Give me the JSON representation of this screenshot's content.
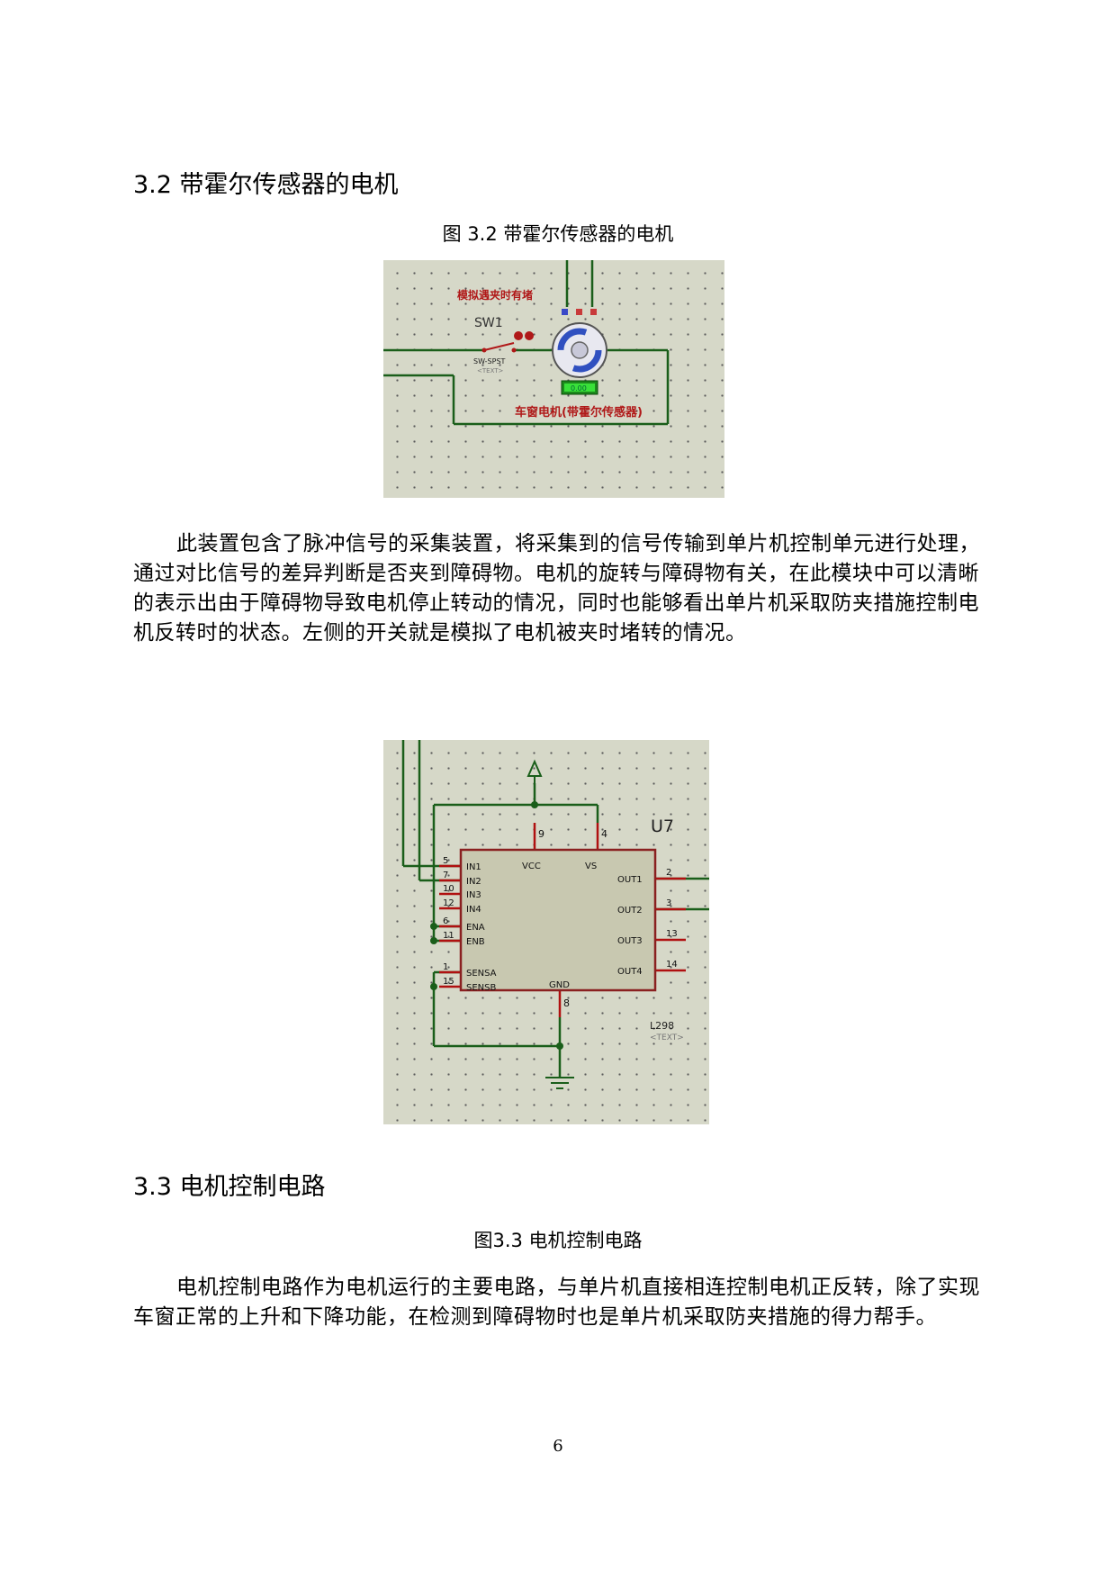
{
  "section_32": {
    "heading": "3.2 带霍尔传感器的电机",
    "figure_caption": "图 3.2  带霍尔传感器的电机",
    "paragraph": "此装置包含了脉冲信号的采集装置，将采集到的信号传输到单片机控制单元进行处理，通过对比信号的差异判断是否夹到障碍物。电机的旋转与障碍物有关，在此模块中可以清晰的表示出由于障碍物导致电机停止转动的情况，同时也能够看出单片机采取防夹措施控制电机反转时的状态。左侧的开关就是模拟了电机被夹时堵转的情况。"
  },
  "figure_32": {
    "label_top": "模拟遇夹时有堵",
    "switch_ref": "SW1",
    "switch_type": "SW-SPST",
    "switch_text": "<TEXT>",
    "motor_readout": "0.00",
    "label_bottom": "车窗电机(带霍尔传感器)"
  },
  "figure_l298": {
    "ref": "U7",
    "part": "L298",
    "part_text": "<TEXT>",
    "vcc_label": "VCC",
    "vs_label": "VS",
    "gnd_label": "GND",
    "pin_vcc": "9",
    "pin_vs": "4",
    "pin_gnd": "8",
    "left_pins": [
      {
        "num": "5",
        "name": "IN1"
      },
      {
        "num": "7",
        "name": "IN2"
      },
      {
        "num": "10",
        "name": "IN3"
      },
      {
        "num": "12",
        "name": "IN4"
      },
      {
        "num": "6",
        "name": "ENA"
      },
      {
        "num": "11",
        "name": "ENB"
      },
      {
        "num": "1",
        "name": "SENSA"
      },
      {
        "num": "15",
        "name": "SENSB"
      }
    ],
    "right_pins": [
      {
        "num": "2",
        "name": "OUT1"
      },
      {
        "num": "3",
        "name": "OUT2"
      },
      {
        "num": "13",
        "name": "OUT3"
      },
      {
        "num": "14",
        "name": "OUT4"
      }
    ]
  },
  "section_33": {
    "heading": "3.3 电机控制电路",
    "figure_caption": "图3.3  电机控制电路",
    "paragraph": "电机控制电路作为电机运行的主要电路，与单片机直接相连控制电机正反转，除了实现车窗正常的上升和下降功能，在检测到障碍物时也是单片机采取防夹措施的得力帮手。"
  },
  "page_number": "6",
  "colors": {
    "wire": "#1a5e1a",
    "pin": "#b01010",
    "chip_fill": "#c8c8b0",
    "label_red": "#b01818",
    "grid_bg": "#d6d8c8"
  }
}
